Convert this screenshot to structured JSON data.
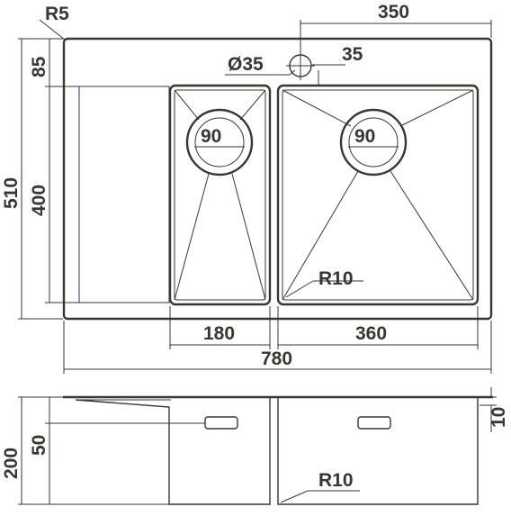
{
  "top_view": {
    "corner_radius": "R5",
    "width_350": "350",
    "tap_hole_diameter": "Ø35",
    "tap_hole_offset": "35",
    "edge_offset": "85",
    "overall_depth": "510",
    "bowl_depth": "400",
    "small_drain": "90",
    "large_drain": "90",
    "inner_radius": "R10",
    "small_bowl_width": "180",
    "large_bowl_width": "360",
    "overall_width": "780"
  },
  "side_view": {
    "rim_height": "10",
    "overflow_height": "50",
    "total_height": "200",
    "bottom_radius": "R10"
  },
  "colors": {
    "line": "#3a3530",
    "background": "#ffffff"
  }
}
